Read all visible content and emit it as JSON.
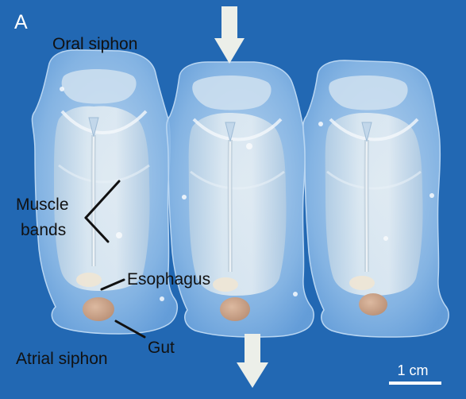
{
  "panel_letter": "A",
  "labels": {
    "oral_siphon": "Oral siphon",
    "muscle_bands_line1": "Muscle",
    "muscle_bands_line2": "bands",
    "esophagus": "Esophagus",
    "gut": "Gut",
    "atrial_siphon": "Atrial siphon"
  },
  "scale_bar": {
    "label": "1 cm"
  },
  "colors": {
    "background": "#2268b3",
    "tunic": "#9cc6ef",
    "body": "#d8e6ef",
    "gut": "#c9a48c",
    "arrow": "#ecefe9",
    "label_text": "#111111",
    "scale_bar": "#ffffff"
  }
}
